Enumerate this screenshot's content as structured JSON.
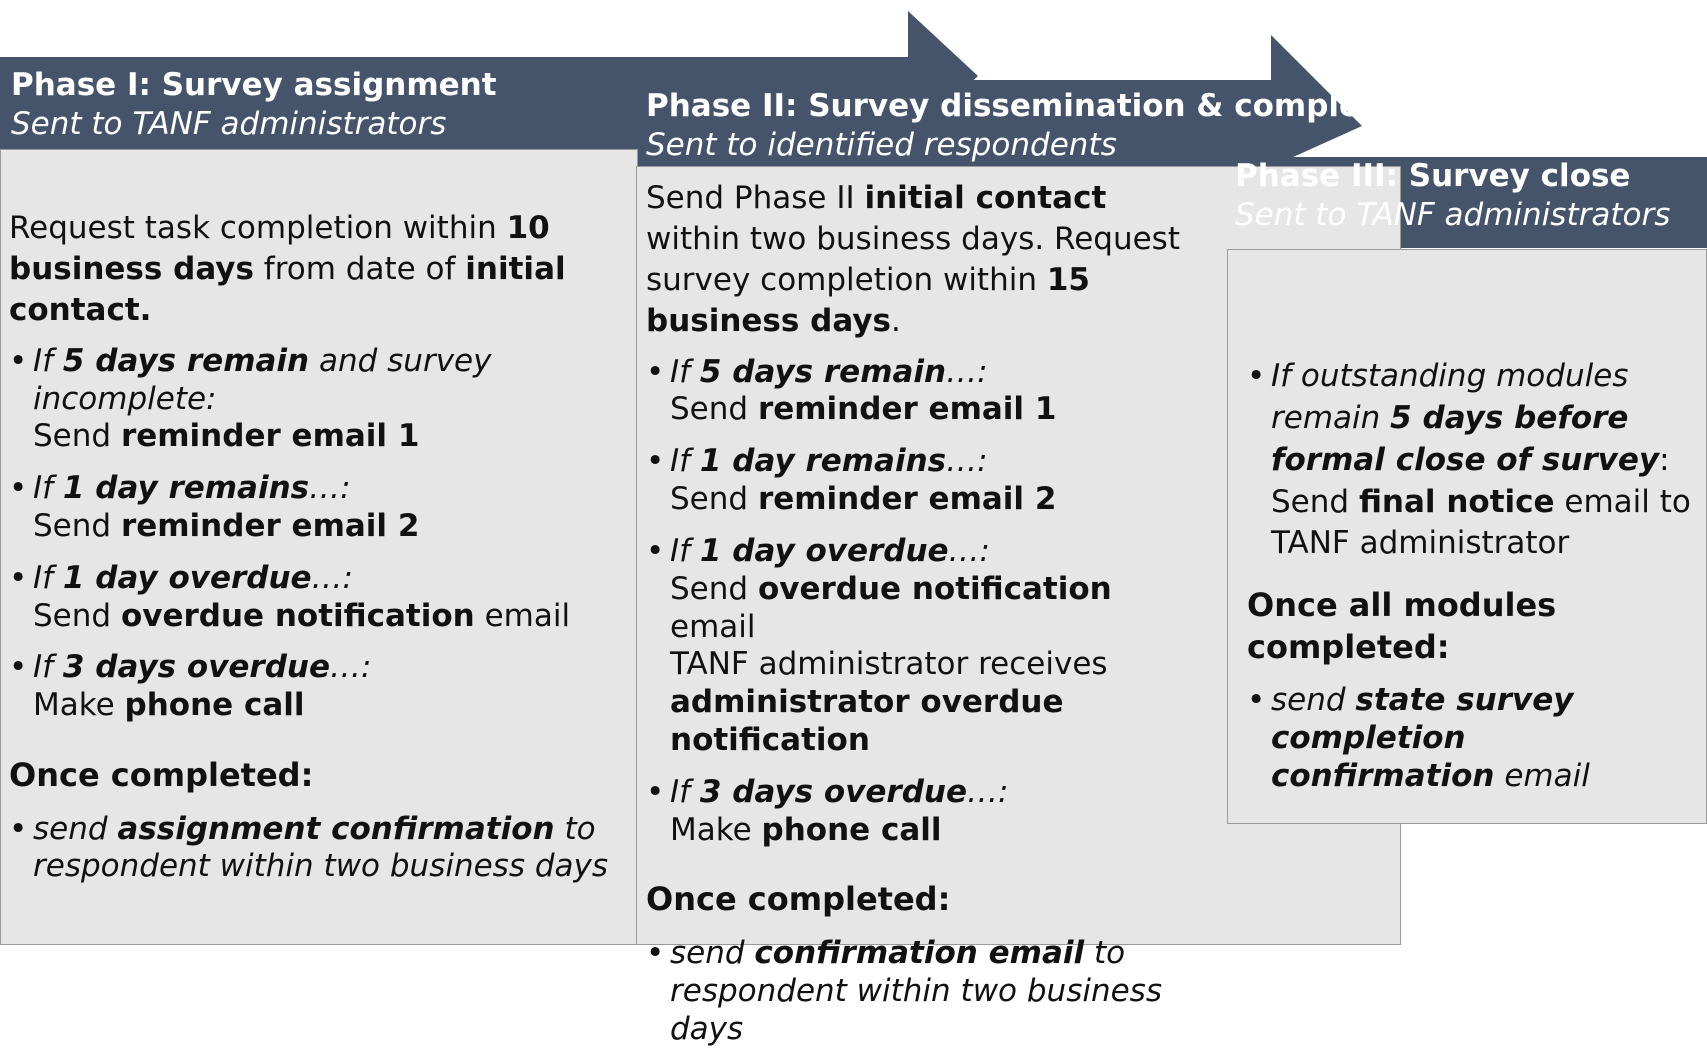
{
  "colors": {
    "header": "#45546b",
    "box": "#e6e6e6",
    "border": "#9a9a9a"
  },
  "phase1": {
    "title": "Phase I: Survey assignment",
    "subtitle": "Sent to TANF administrators",
    "intro": {
      "a": "Request task completion within ",
      "b": "10 business days",
      "c": " from date of ",
      "d": "initial contact."
    },
    "steps": [
      {
        "c1": "If ",
        "c2": "5 days remain",
        "c3": " and survey incomplete:",
        "a1": "Send ",
        "a2": "reminder email 1",
        "a3": ""
      },
      {
        "c1": "If ",
        "c2": "1 day remains",
        "c3": "…:",
        "a1": "Send ",
        "a2": "reminder email 2",
        "a3": ""
      },
      {
        "c1": "If ",
        "c2": "1 day overdue",
        "c3": "…:",
        "a1": "Send ",
        "a2": "overdue notification",
        "a3": " email"
      },
      {
        "c1": "If ",
        "c2": "3 days overdue",
        "c3": "…:",
        "a1": "Make ",
        "a2": "phone call",
        "a3": ""
      }
    ],
    "once": "Once completed:",
    "final": {
      "a": "send ",
      "b": "assignment confirmation",
      "c": " to respondent within two business days"
    }
  },
  "phase2": {
    "title": "Phase II: Survey dissemination & completion",
    "subtitle": "Sent to identified respondents",
    "intro": {
      "a": "Send Phase II ",
      "b": "initial contact",
      "c": " within two business days. Request survey completion within ",
      "d": "15 business days",
      "e": "."
    },
    "steps": [
      {
        "c1": "If ",
        "c2": "5 days remain",
        "c3": "…:",
        "a1": "Send ",
        "a2": "reminder email 1",
        "a3": ""
      },
      {
        "c1": "If ",
        "c2": "1 day remains",
        "c3": "…:",
        "a1": "Send ",
        "a2": "reminder email 2",
        "a3": ""
      },
      {
        "c1": "If ",
        "c2": "1 day overdue",
        "c3": "…:",
        "a1": "Send ",
        "a2": "overdue notification",
        "a3": " email",
        "x1": "TANF administrator receives ",
        "x2": "administrator overdue notification"
      },
      {
        "c1": "If ",
        "c2": "3 days overdue",
        "c3": "…:",
        "a1": "Make ",
        "a2": "phone call",
        "a3": ""
      }
    ],
    "once": "Once completed:",
    "final": {
      "a": "send ",
      "b": "confirmation email",
      "c": " to respondent within two business days"
    }
  },
  "phase3": {
    "title": "Phase III: Survey close",
    "subtitle": "Sent to TANF administrators",
    "step": {
      "c1": "If outstanding modules remain ",
      "c2": "5 days before formal close of survey",
      "c3": ":",
      "a1": "Send ",
      "a2": "final notice",
      "a3": " email to TANF administrator"
    },
    "once": "Once all modules completed:",
    "final": {
      "a": "send ",
      "b": "state survey completion confirmation",
      "c": " email"
    }
  }
}
